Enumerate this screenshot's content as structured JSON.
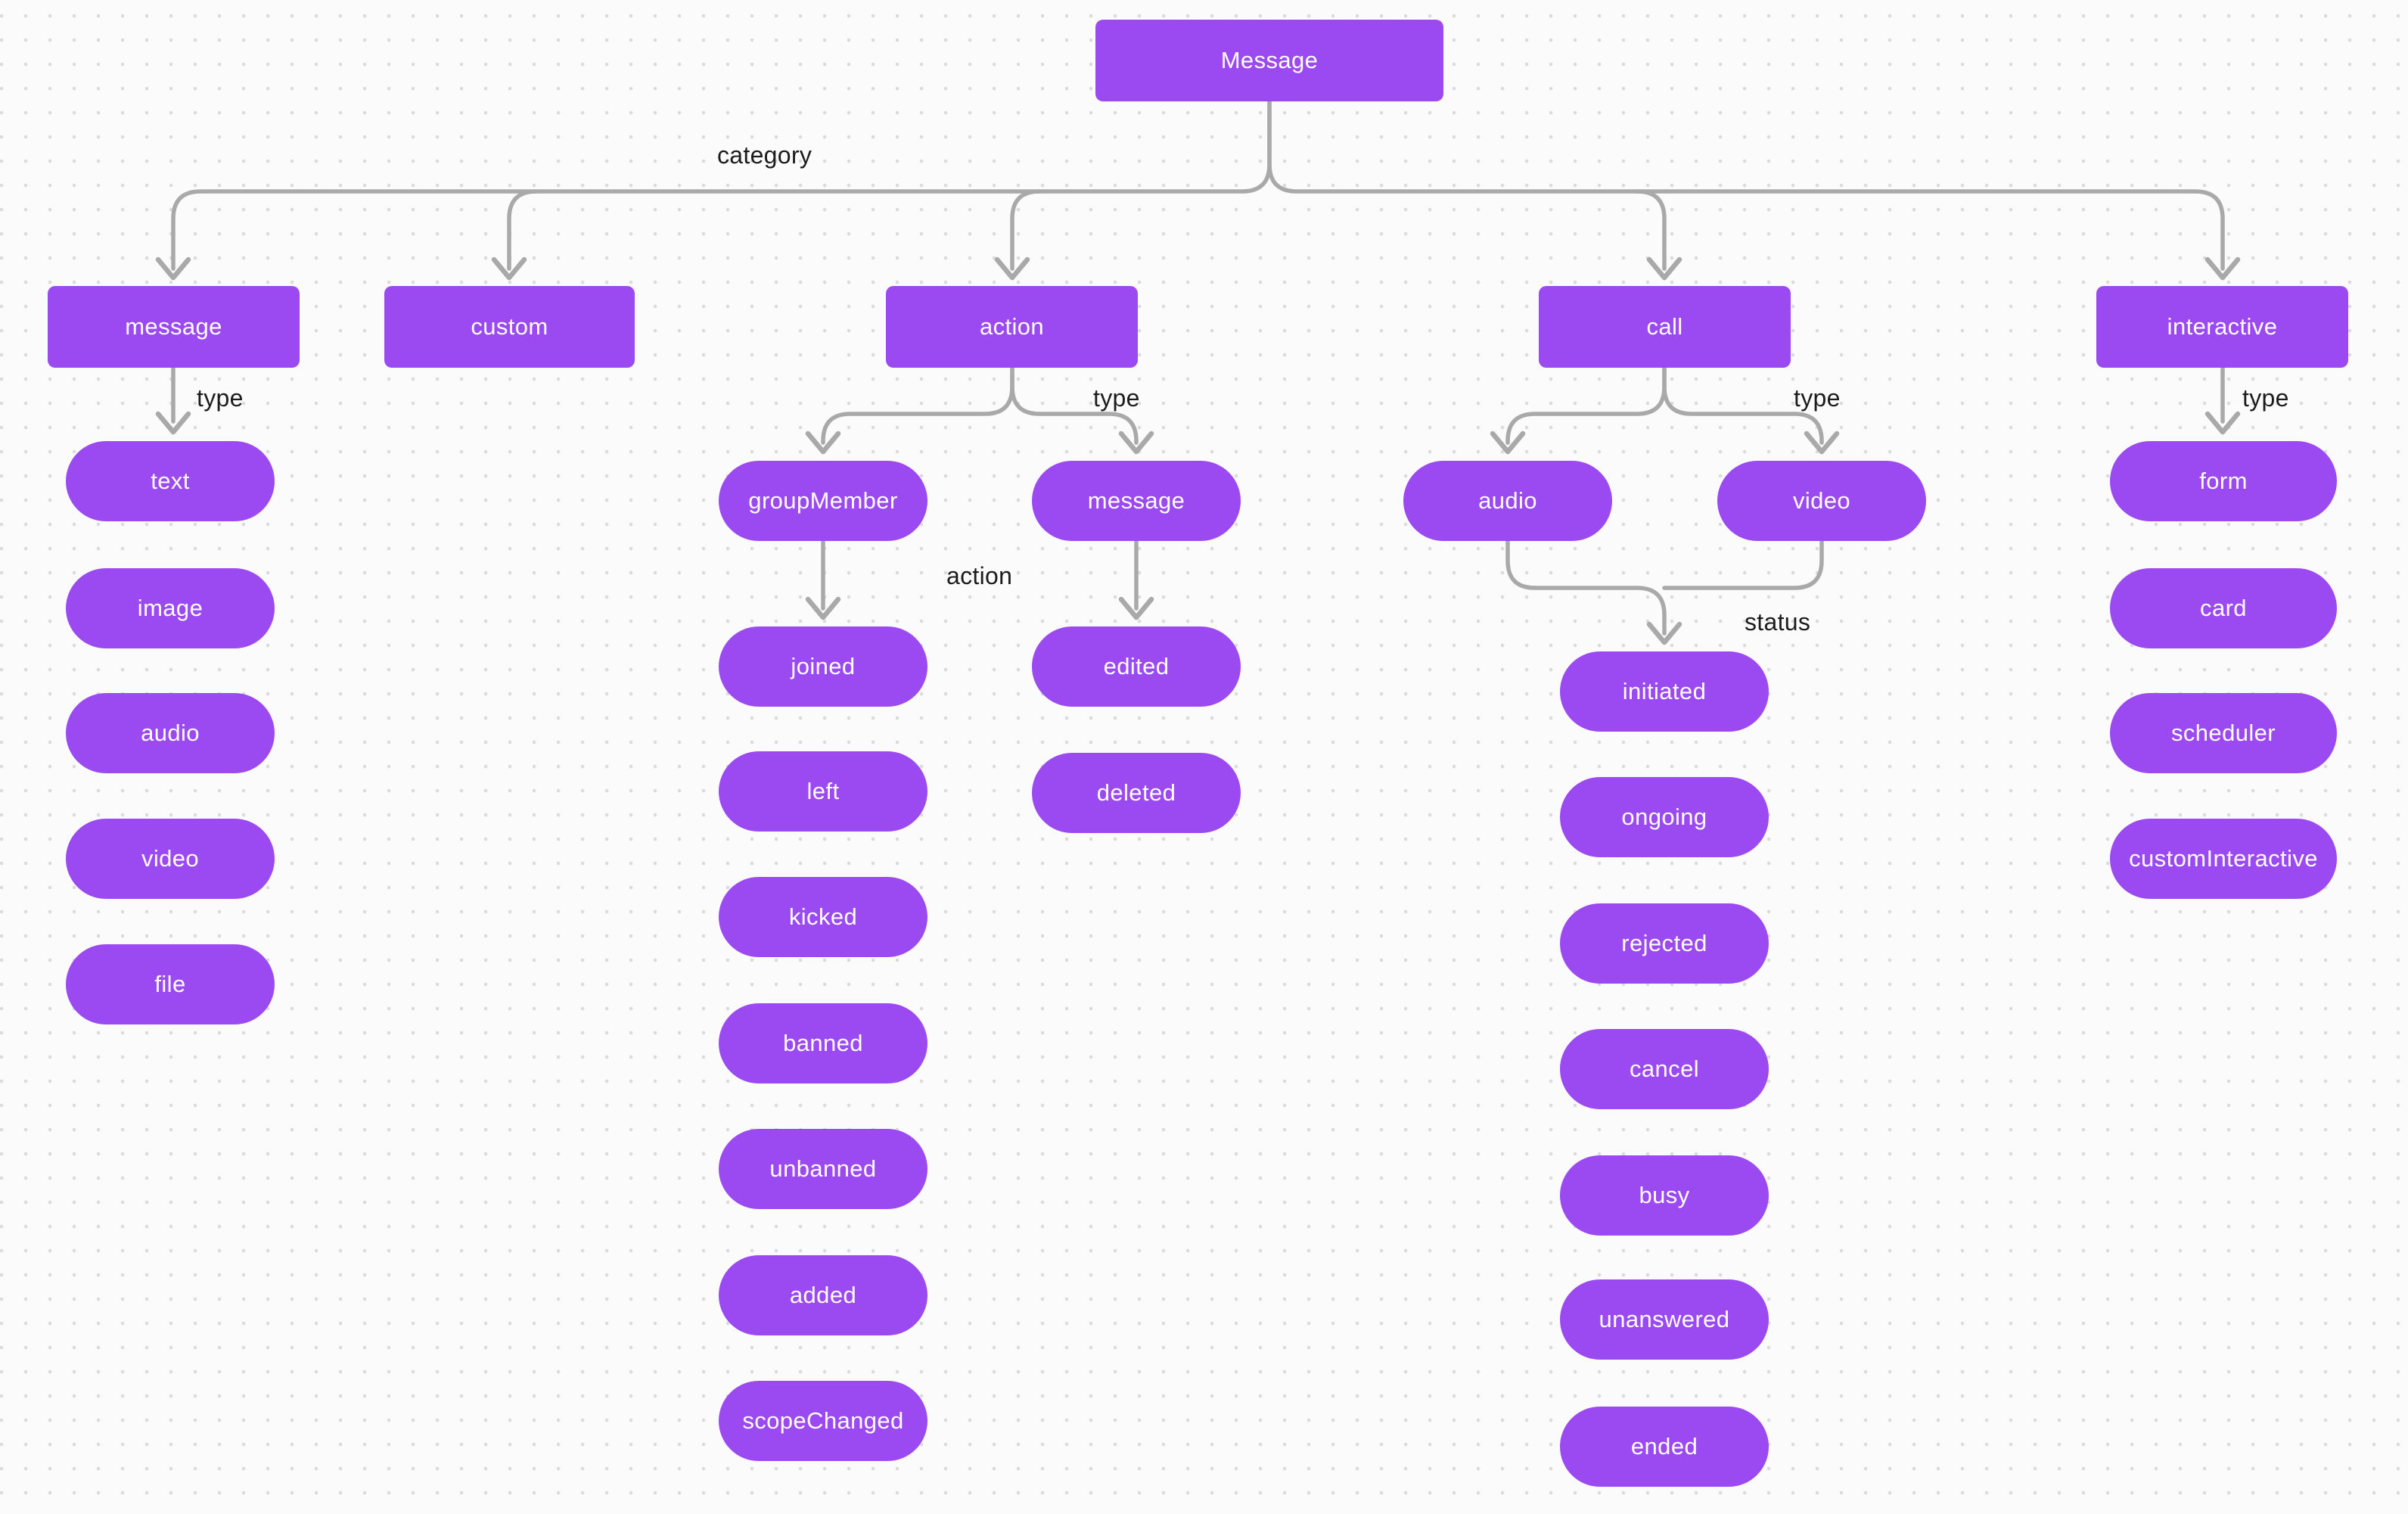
{
  "colors": {
    "node_fill": "#9B4AF2",
    "node_text": "#FFFFFF",
    "connector": "#A9A9A9",
    "label_text": "#1C1C1C",
    "background": "#FBFBFB",
    "grid_dot": "#DBDBDB"
  },
  "root": {
    "label": "Message"
  },
  "edge_labels": {
    "category": "category",
    "message_type": "type",
    "action_type": "type",
    "call_type": "type",
    "interactive_type": "type",
    "group_member_action": "action",
    "call_status": "status"
  },
  "categories": {
    "message": {
      "label": "message",
      "types": [
        "text",
        "image",
        "audio",
        "video",
        "file"
      ]
    },
    "custom": {
      "label": "custom"
    },
    "action": {
      "label": "action",
      "types": [
        {
          "label": "groupMember",
          "actions": [
            "joined",
            "left",
            "kicked",
            "banned",
            "unbanned",
            "added",
            "scopeChanged"
          ]
        },
        {
          "label": "message",
          "actions": [
            "edited",
            "deleted"
          ]
        }
      ]
    },
    "call": {
      "label": "call",
      "types": [
        "audio",
        "video"
      ],
      "statuses": [
        "initiated",
        "ongoing",
        "rejected",
        "cancel",
        "busy",
        "unanswered",
        "ended"
      ]
    },
    "interactive": {
      "label": "interactive",
      "types": [
        "form",
        "card",
        "scheduler",
        "customInteractive"
      ]
    }
  }
}
